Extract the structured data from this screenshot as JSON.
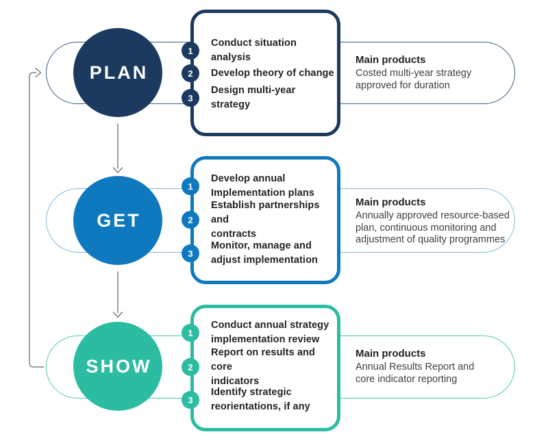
{
  "phases": [
    {
      "name": "PLAN",
      "color": "#1c3a5f",
      "pill_color": "#3c5b84",
      "steps": [
        {
          "num": "1",
          "text": "Conduct situation analysis"
        },
        {
          "num": "2",
          "text": "Develop theory of change"
        },
        {
          "num": "3",
          "text": "Design multi-year strategy"
        }
      ],
      "products_title": "Main products",
      "products_body": "Costed multi-year strategy\napproved for duration"
    },
    {
      "name": "GET",
      "color": "#0f79bf",
      "pill_color": "#7cbae4",
      "steps": [
        {
          "num": "1",
          "text": "Develop annual\nImplementation plans"
        },
        {
          "num": "2",
          "text": "Establish partnerships and\ncontracts"
        },
        {
          "num": "3",
          "text": "Monitor, manage and\nadjust implementation"
        }
      ],
      "products_title": "Main products",
      "products_body": "Annually approved resource-based\nplan, continuous monitoring and\nadjustment of quality programmes"
    },
    {
      "name": "SHOW",
      "color": "#2cbca2",
      "pill_color": "#4cc6b0",
      "steps": [
        {
          "num": "1",
          "text": "Conduct annual strategy\nimplementation review"
        },
        {
          "num": "2",
          "text": "Report on results and core\nindicators"
        },
        {
          "num": "3",
          "text": "Identify strategic\nreorientations, if any"
        }
      ],
      "products_title": "Main products",
      "products_body": "Annual Results Report and\ncore indicator reporting"
    }
  ],
  "connectors": {
    "color": "#6d6e71",
    "arrows": [
      {
        "name": "plan-to-get-arrow"
      },
      {
        "name": "get-to-show-arrow"
      },
      {
        "name": "show-to-plan-loop-arrow"
      }
    ]
  }
}
